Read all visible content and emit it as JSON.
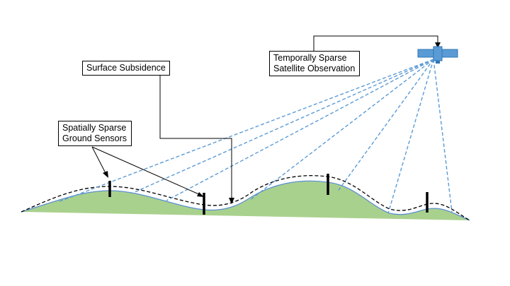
{
  "labels": {
    "surface_subsidence": "Surface Subsidence",
    "ground_sensors_line1": "Spatially Sparse",
    "ground_sensors_line2": "Ground Sensors",
    "satellite_line1": "Temporally Sparse",
    "satellite_line2": "Satellite Observation"
  },
  "icons": {
    "satellite": "satellite-icon",
    "sensor": "sensor-post-icon"
  },
  "colors": {
    "terrain_fill": "#a9d18e",
    "terrain_edge": "#5b8fd0",
    "observation_ray": "#5b9bd5",
    "original_surface": "#000000",
    "satellite_panel": "#5b9bd5"
  }
}
